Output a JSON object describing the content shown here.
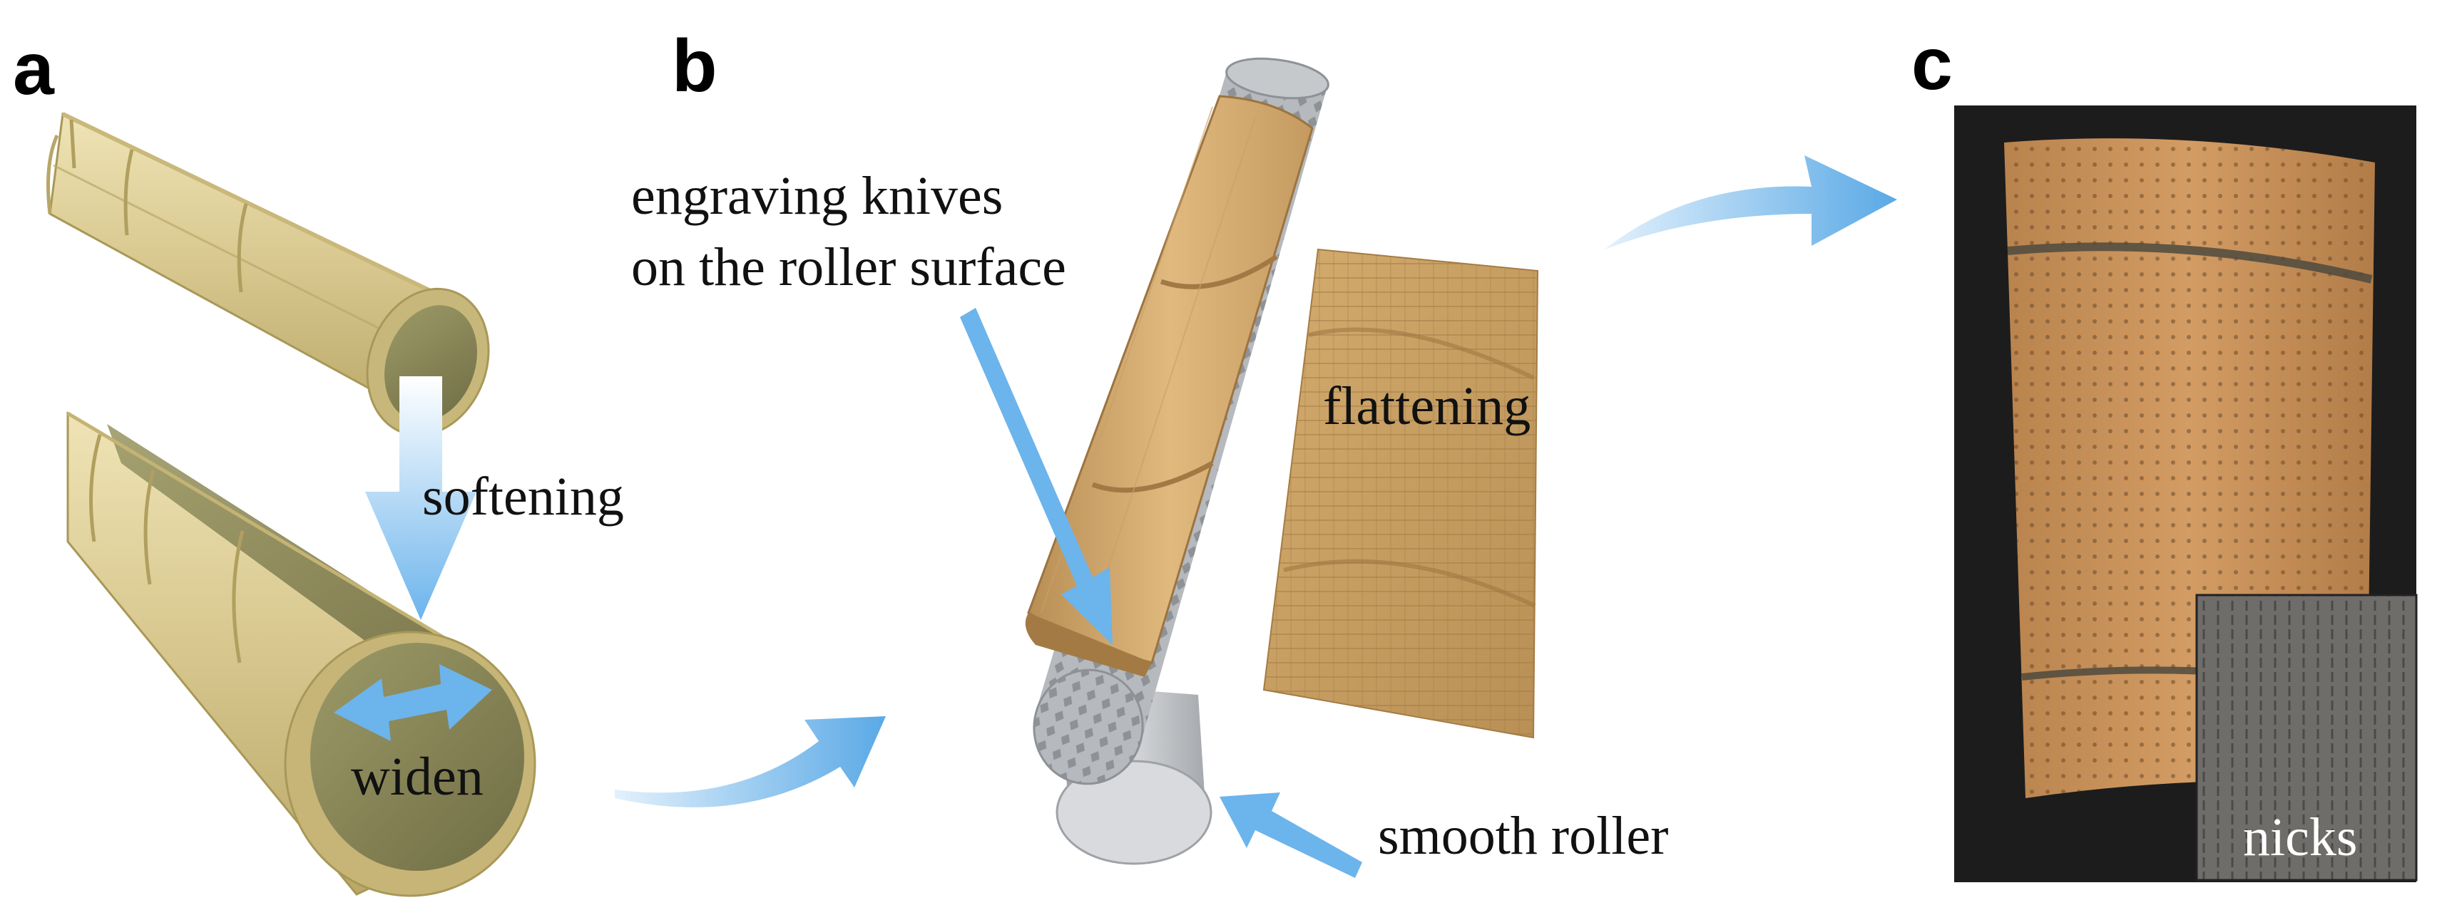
{
  "panels": {
    "a": {
      "letter": "a",
      "labels": {
        "softening": "softening",
        "widen": "widen"
      }
    },
    "b": {
      "letter": "b",
      "labels": {
        "knives_line1": "engraving knives",
        "knives_line2": "on the roller surface",
        "flattening": "flattening",
        "smooth_roller": "smooth roller"
      }
    },
    "c": {
      "letter": "c",
      "labels": {
        "nicks": "nicks"
      }
    }
  },
  "colors": {
    "bamboo_outer": "#d9c98f",
    "bamboo_inner": "#8c8a58",
    "bamboo_sheet": "#c9a062",
    "arrow_blue": "#6cb4ec",
    "roller_gray": "#b9bcc0",
    "photo_background": "#1c1c1c",
    "photo_bamboo": "#c08a55"
  }
}
